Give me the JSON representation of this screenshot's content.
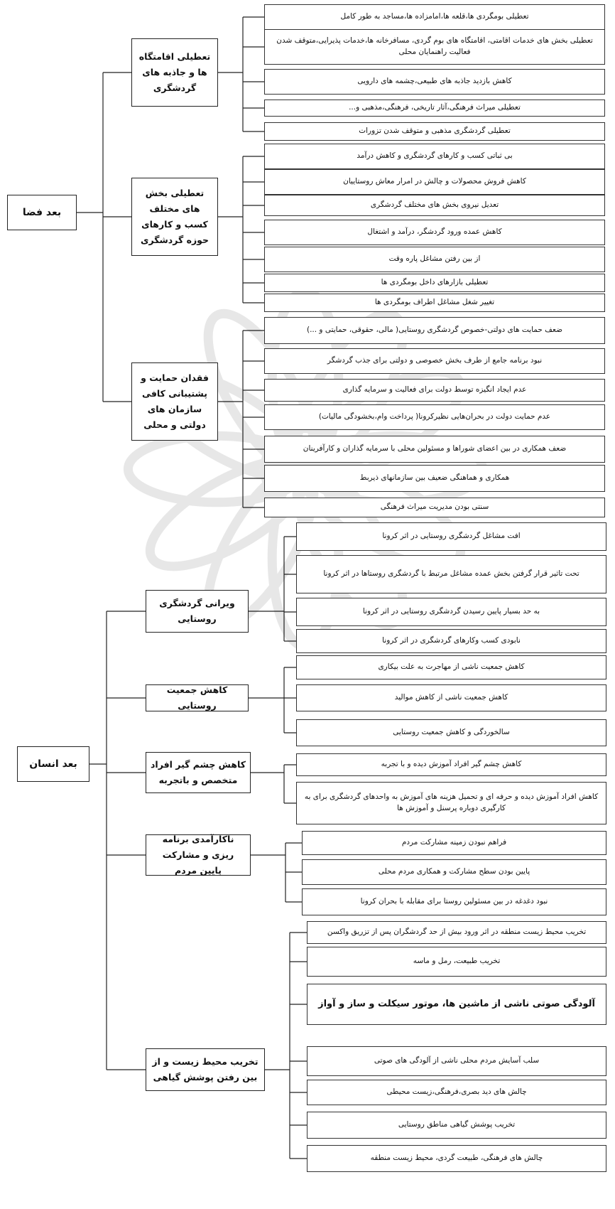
{
  "roots": [
    {
      "label": "بعد فضا",
      "categories": [
        {
          "label": "تعطیلی اقامتگاه ها و جاذبه های گردشگری",
          "items": [
            "تعطیلی بومگردی ها،قلعه ها،امامزاده ها،مساجد به طور کامل",
            "تعطیلی بخش های خدمات اقامتی، اقامتگاه های بوم گردی، مسافرخانه ها،خدمات پذیرایی،متوقف شدن فعالیت راهنمایان محلی",
            "کاهش بازدید جاذبه های طبیعی،چشمه های دارویی",
            "تعطیلی میراث فرهنگی،آثار تاریخی، فرهنگی،مذهبی و...",
            "تعطیلی گردشگری مذهبی و متوقف شدن تزورات"
          ]
        },
        {
          "label": "تعطیلی بخش های مختلف کسب و کارهای حوزه گردشگری",
          "items": [
            "بی ثباتی کسب و کارهای گردشگری و کاهش درآمد",
            "کاهش فروش محصولات و چالش در امرار معاش روستاییان",
            "تعدیل نیروی بخش های مختلف گردشگری",
            "کاهش عمده ورود گردشگر، درآمد و اشتغال",
            "از بین رفتن مشاغل پاره وقت",
            "تعطیلی بازارهای داخل بومگردی ها",
            "تغییر شغل مشاغل اطراف بومگردی ها"
          ]
        },
        {
          "label": "فقدان حمایت و پشتیبانی کافی سازمان های دولتی و محلی",
          "items": [
            "ضعف حمایت های دولتی-خصوص گردشگری روستایی( مالی، حقوقی، حمایتی و ...)",
            "نبود برنامه جامع از طرف بخش خصوصی و دولتی برای جذب گردشگر",
            "عدم ایجاد انگیزه توسط دولت برای فعالیت و سرمایه گذاری",
            "عدم حمایت دولت در بحران‌هایی نظیرکرونا( پرداخت وام،بخشودگی مالیات)",
            "ضعف همکاری در بین اعضای شوراها و مسئولین محلی با سرمایه گذاران و کارآفرینان",
            "همکاری و هماهنگی ضعیف بین سازمانهای ذیربط",
            "سنتی بودن مدیریت میراث فرهنگی"
          ]
        }
      ]
    },
    {
      "label": "بعد انسان",
      "categories": [
        {
          "label": "ویرانی گردشگری روستایی",
          "items": [
            "افت مشاغل گردشگری روستایی در اثر کرونا",
            "تحت تاثیر قرار گرفتن بخش عمده مشاغل مرتبط با گردشگری روستاها در اثر کرونا",
            "به حد بسیار پایین رسیدن گردشگری روستایی در اثر کرونا",
            "نابودی کسب وکارهای گردشگری در اثر کرونا"
          ]
        },
        {
          "label": "کاهش جمعیت روستایی",
          "items": [
            "کاهش جمعیت ناشی از مهاجرت به علت بیکاری",
            "کاهش جمعیت ناشی از کاهش موالید",
            "سالخوردگی و کاهش جمعیت روستایی"
          ]
        },
        {
          "label": "کاهش چشم گیر افراد متخصص و باتجربه",
          "items": [
            "کاهش چشم گیر افراد آموزش دیده و با تجربه",
            "کاهش افراد آموزش دیده و حرفه ای و تحمیل هزینه های آموزش به واحدهای گردشگری برای به کارگیری دوباره پرسنل و آموزش ها"
          ]
        },
        {
          "label": "ناکارآمدی برنامه ریزی و مشارکت پایین مردم",
          "items": [
            "فراهم نبودن زمینه مشارکت مردم",
            "پایین بودن سطح مشارکت و همکاری مردم محلی",
            "نبود دغدغه در بین مسئولین روستا برای مقابله با بحران کرونا"
          ]
        },
        {
          "label": "تخریب محیط زیست و از بین رفتن پوشش گیاهی",
          "items": [
            "تخریب محیط زیست منطقه در اثر ورود بیش از حد گردشگران پس از تزریق واکسن",
            "تخریب طبیعت، رمل و ماسه",
            "آلودگی صوتی ناشی از ماشین ها، موتور سیکلت و ساز و آواز",
            "سلب آسایش مردم محلی ناشی از آلودگی های صوتی",
            "چالش های دید بصری،فرهنگی،زیست محیطی",
            "تخریب پوشش گیاهی مناطق روستایی",
            "چالش های فرهنگی، طبیعت گردی، محیط زیست منطقه"
          ]
        }
      ]
    }
  ]
}
